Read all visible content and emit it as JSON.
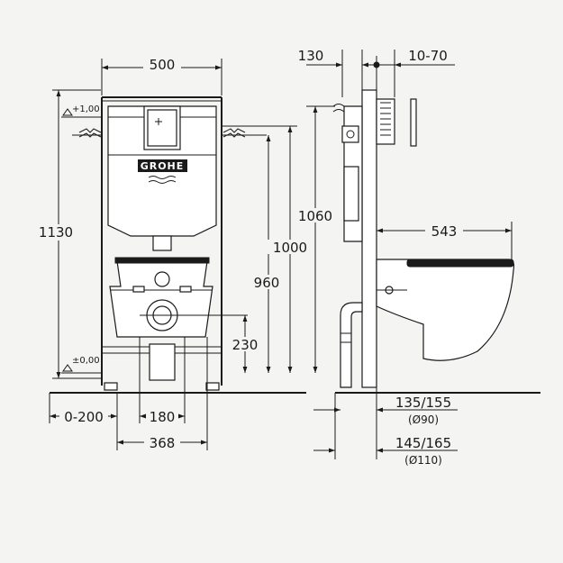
{
  "brand": {
    "logo_text": "GROHE"
  },
  "front_view": {
    "width": "500",
    "height_total": "1130",
    "level_top": "+1,00",
    "level_bottom": "±0,00",
    "height_1060": "1060",
    "height_1000": "1000",
    "height_960": "960",
    "height_230": "230",
    "offset_0_200": "0-200",
    "bolt_spacing": "180",
    "width_368": "368"
  },
  "side_view": {
    "depth_130": "130",
    "depth_10_70": "10-70",
    "bowl_length": "543",
    "drain_1": "135/155",
    "drain_1_diameter": "(Ø90)",
    "drain_2": "145/165",
    "drain_2_diameter": "(Ø110)"
  }
}
